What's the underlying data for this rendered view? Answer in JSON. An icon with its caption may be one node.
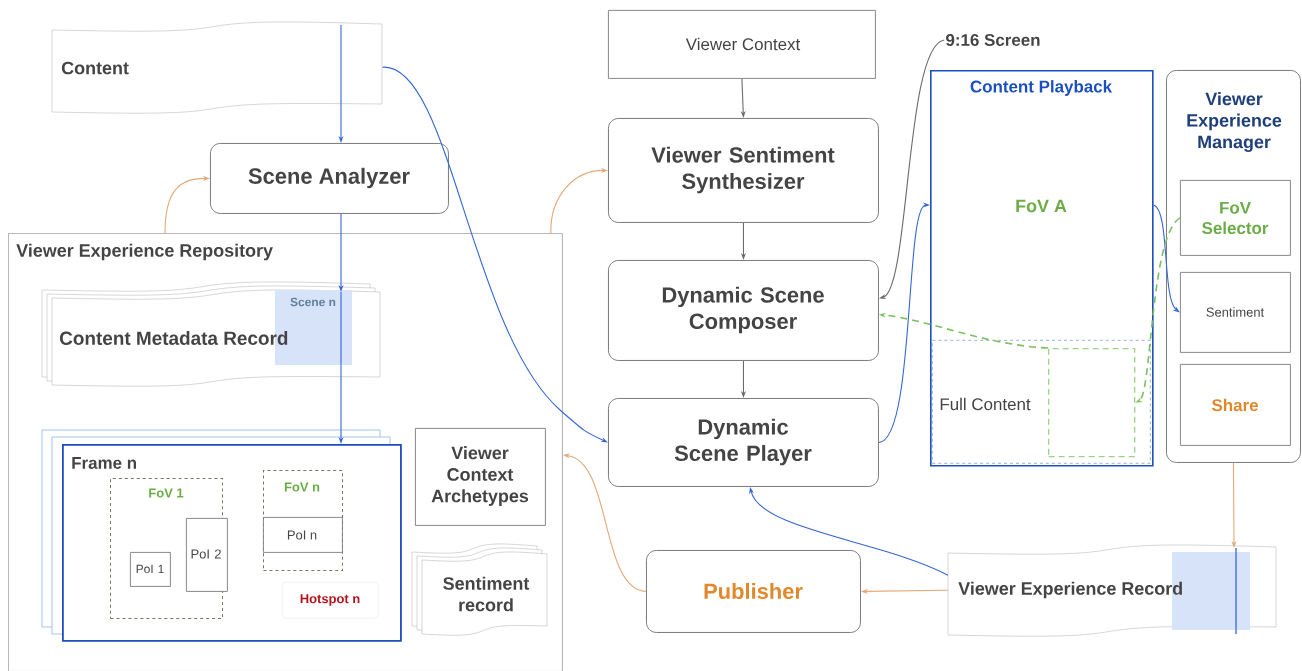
{
  "diagram": {
    "nodes": [
      {
        "text": [
          "Content"
        ]
      },
      {
        "text": [
          "Scene Analyzer"
        ]
      },
      {
        "text": [
          "Viewer Experience Repository"
        ]
      },
      {
        "text": [
          "Content Metadata Record",
          "Scene n"
        ],
        "in": 2
      },
      {
        "text": [
          "Frame n"
        ],
        "in": 2
      },
      {
        "text": [
          "FoV 1"
        ],
        "in": 4
      },
      {
        "text": [
          "PoI 1"
        ],
        "in": 5
      },
      {
        "text": [
          "PoI 2"
        ],
        "in": 4
      },
      {
        "text": [
          "FoV n"
        ],
        "in": 4
      },
      {
        "text": [
          "PoI n"
        ],
        "in": 8
      },
      {
        "text": [
          "Hotspot n"
        ],
        "in": 4
      },
      {
        "text": [
          "Viewer Context Archetypes"
        ],
        "in": 2
      },
      {
        "text": [
          "Sentiment record"
        ],
        "in": 2
      },
      {
        "text": [
          "Viewer Context"
        ]
      },
      {
        "text": [
          "Viewer Sentiment Synthesizer"
        ]
      },
      {
        "text": [
          "Dynamic Scene Composer"
        ]
      },
      {
        "text": [
          "Dynamic Scene Player"
        ]
      },
      {
        "text": [
          "Content Playback",
          "FoV A"
        ]
      },
      {
        "text": [
          "9:16 Screen"
        ]
      },
      {
        "text": [
          "Full Content"
        ],
        "in": 17
      },
      {
        "text": [],
        "shape": "box",
        "in": 19
      },
      {
        "text": [
          "Viewer Experience Manager"
        ]
      },
      {
        "text": [
          "FoV Selector"
        ],
        "in": 21
      },
      {
        "text": [
          "Sentiment"
        ],
        "in": 21
      },
      {
        "text": [
          "Share"
        ],
        "in": 21
      },
      {
        "text": [
          "Publisher"
        ]
      },
      {
        "text": [
          "Viewer Experience Record"
        ]
      }
    ],
    "edges": [
      {
        "from": 0,
        "to": 1,
        "arrow": "to"
      },
      {
        "from": 1,
        "to": 3,
        "arrow": "to"
      },
      {
        "from": 3,
        "to": 4,
        "arrow": "to"
      },
      {
        "from": 0,
        "to": 16,
        "arrow": "to"
      },
      {
        "from": 2,
        "to": 1,
        "arrow": "to",
        "color": "#e6a877"
      },
      {
        "from": 2,
        "to": 14,
        "arrow": "to",
        "color": "#e6a877"
      },
      {
        "from": 13,
        "to": 14,
        "arrow": "to",
        "color": "#6b6b6b"
      },
      {
        "from": 14,
        "to": 15,
        "arrow": "to",
        "color": "#6b6b6b"
      },
      {
        "from": 15,
        "to": 16,
        "arrow": "to",
        "color": "#6b6b6b"
      },
      {
        "from": 16,
        "to": 17,
        "arrow": "to"
      },
      {
        "from": 18,
        "to": 15,
        "arrow": "to",
        "color": "#6b6b6b"
      },
      {
        "from": 17,
        "to": 23,
        "arrow": "to"
      },
      {
        "from": 22,
        "to": 20,
        "arrow": "to",
        "style": "dashed",
        "color": "#79c260"
      },
      {
        "from": 20,
        "to": 15,
        "arrow": "to",
        "style": "dashed",
        "color": "#79c260"
      },
      {
        "from": 21,
        "to": 26,
        "arrow": "to",
        "color": "#e6a877"
      },
      {
        "from": 26,
        "to": 25,
        "arrow": "to",
        "color": "#e6a877"
      },
      {
        "from": 26,
        "to": 16,
        "arrow": "to"
      },
      {
        "from": 25,
        "to": 2,
        "arrow": "to",
        "color": "#e6a877"
      }
    ]
  }
}
